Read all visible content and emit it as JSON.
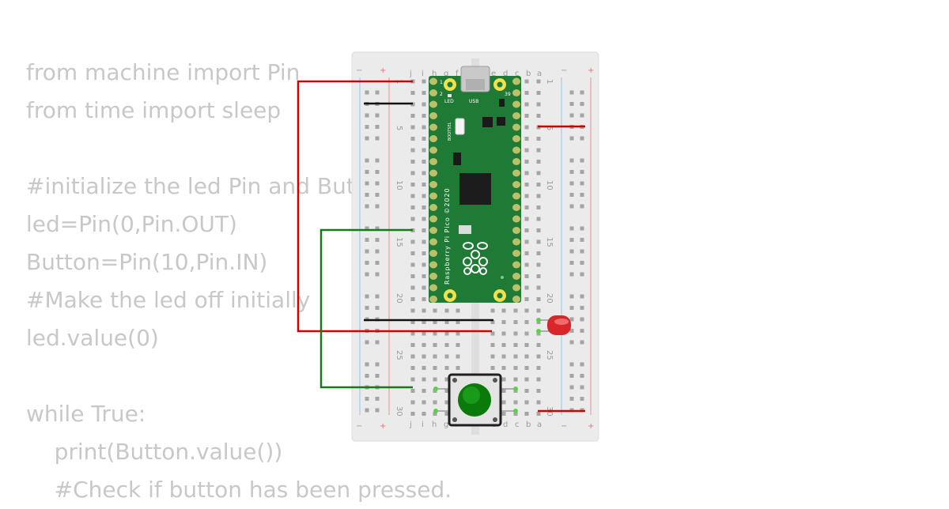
{
  "code_lines": [
    "from machine import Pin",
    "from time import sleep",
    "",
    "#initialize the led Pin and Button",
    "led=Pin(0,Pin.OUT)",
    "Button=Pin(10,Pin.IN)",
    "#Make the led off initially",
    "led.value(0)",
    "",
    "while True:",
    "    print(Button.value())",
    "    #Check if button has been pressed."
  ],
  "breadboard": {
    "rail_plus": "+",
    "rail_minus": "−",
    "columns_left": [
      "j",
      "i",
      "h",
      "g",
      "f"
    ],
    "columns_right": [
      "e",
      "d",
      "c",
      "b",
      "a"
    ],
    "row_numbers": [
      "1",
      "5",
      "10",
      "15",
      "20",
      "25",
      "30"
    ]
  },
  "pico": {
    "name": "Raspberry Pi Pico ©2020",
    "led_label": "LED",
    "usb_label": "USB",
    "bootsel_label": "BOOTSEL",
    "pin_1": "1",
    "pin_2": "2",
    "pin_39": "39"
  },
  "colors": {
    "board": "#ebebeb",
    "pico": "#1e7a34",
    "wire_red": "#d40000",
    "wire_green": "#157a1a",
    "wire_black": "#111111",
    "led": "#d8262a",
    "button": "#0a7a0a",
    "code_text": "#c8c8c8"
  }
}
